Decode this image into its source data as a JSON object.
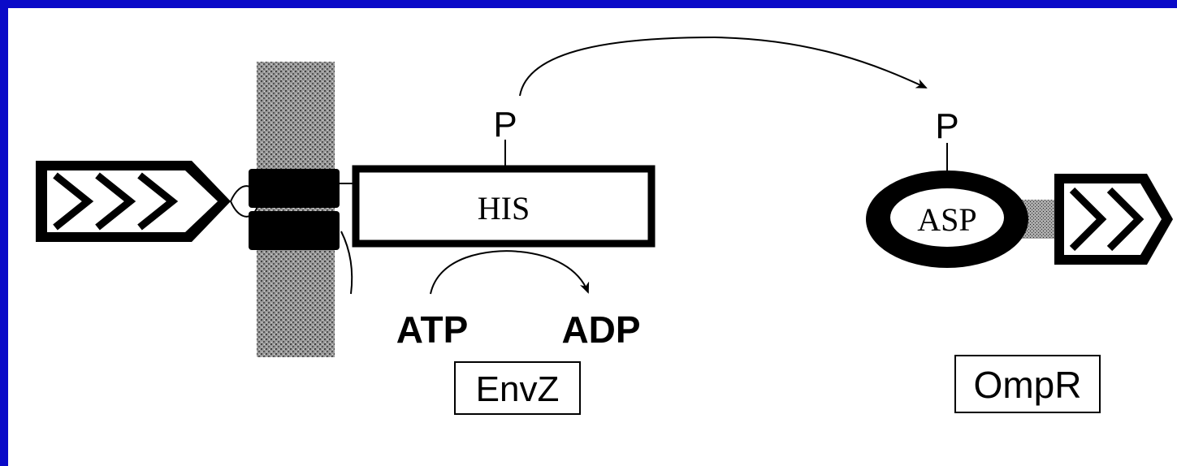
{
  "diagram": {
    "envz": {
      "domain_label": "HIS",
      "phospho_label": "P",
      "substrate_label": "ATP",
      "product_label": "ADP",
      "protein_name": "EnvZ"
    },
    "ompr": {
      "domain_label": "ASP",
      "phospho_label": "P",
      "protein_name": "OmpR"
    },
    "colors": {
      "frame": "#0a0ac8",
      "background": "#ffffff",
      "ink": "#000000",
      "membrane": "#8a8a8a"
    }
  }
}
